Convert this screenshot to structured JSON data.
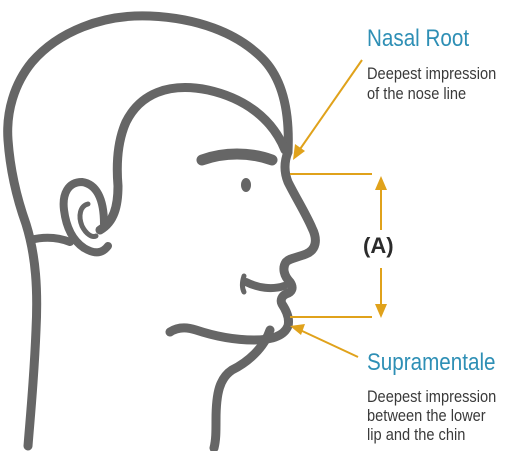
{
  "nasal_root": {
    "title": "Nasal Root",
    "desc_line1": "Deepest impression",
    "desc_line2": "of the nose line"
  },
  "supramentale": {
    "title": "Supramentale",
    "desc_line1": "Deepest impression",
    "desc_line2": "between the lower",
    "desc_line3": "lip and the chin"
  },
  "measurement_label": "(A)",
  "colors": {
    "outline": "#666666",
    "accent": "#e0a21b",
    "title_blue": "#2e8fb5",
    "text": "#3a3a3a"
  }
}
